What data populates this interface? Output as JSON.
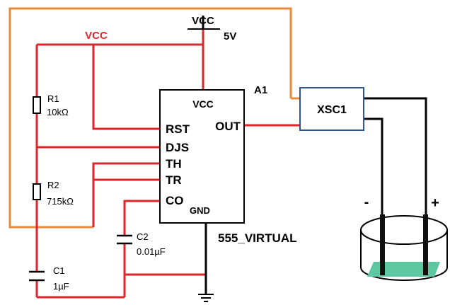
{
  "colors": {
    "wire_red": "#e0242a",
    "wire_orange": "#e88a3a",
    "wire_black": "#000000",
    "xsc_border": "#2f5597",
    "electrode_fill": "#5cc7a0"
  },
  "supply": {
    "vcc_top_label": "VCC",
    "voltage_label": "5V",
    "vcc_net_label": "VCC"
  },
  "ic": {
    "designator": "A1",
    "part": "555_VIRTUAL",
    "pins": {
      "vcc": "VCC",
      "rst": "RST",
      "out": "OUT",
      "djs": "DJS",
      "th": "TH",
      "tr": "TR",
      "co": "CO",
      "gnd": "GND"
    }
  },
  "components": {
    "r1": {
      "name": "R1",
      "value": "10kΩ"
    },
    "r2": {
      "name": "R2",
      "value": "715kΩ"
    },
    "c1": {
      "name": "C1",
      "value": "1µF"
    },
    "c2": {
      "name": "C2",
      "value": "0.01µF"
    }
  },
  "scope": {
    "label": "XSC1",
    "minus": "-",
    "plus": "+"
  }
}
